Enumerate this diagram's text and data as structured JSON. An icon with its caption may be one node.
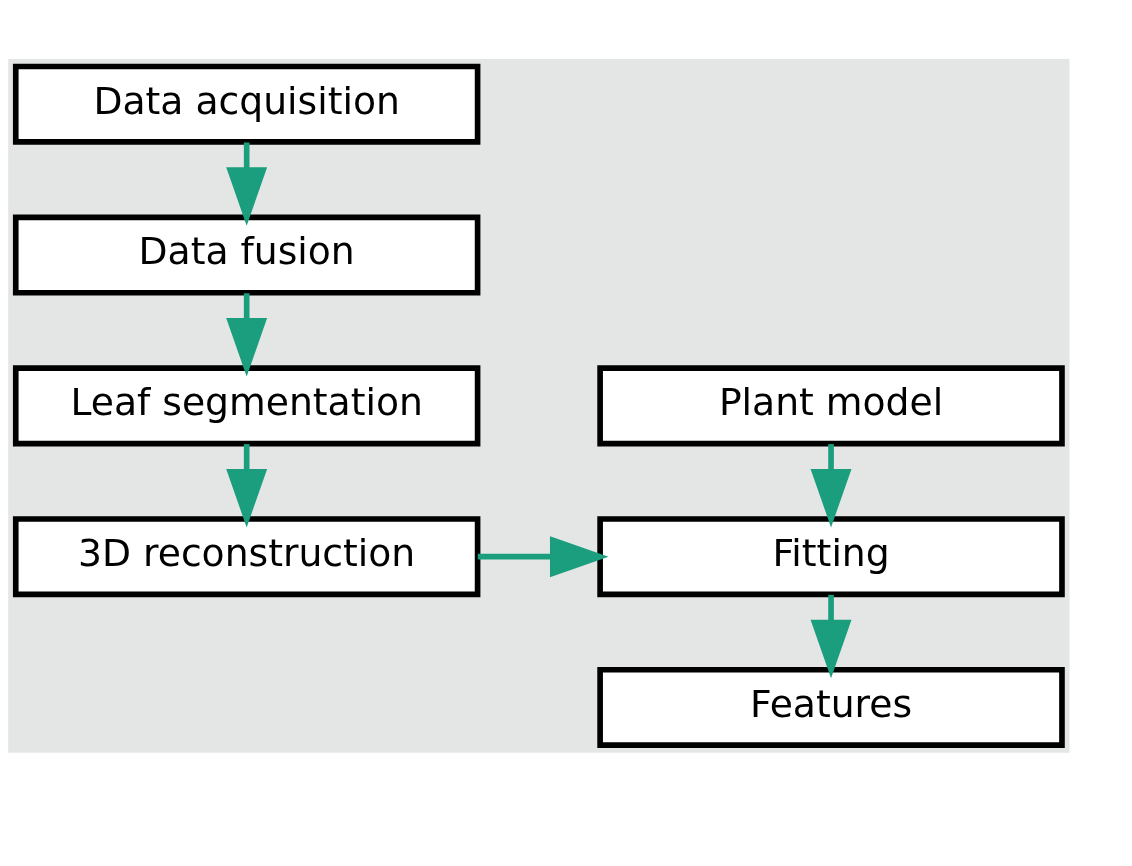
{
  "diagram": {
    "nodes": [
      {
        "text": [
          "Data acquisition"
        ]
      },
      {
        "text": [
          "Data fusion"
        ]
      },
      {
        "text": [
          "Leaf segmentation"
        ]
      },
      {
        "text": [
          "3D reconstruction"
        ]
      },
      {
        "text": [
          "Plant model"
        ]
      },
      {
        "text": [
          "Fitting"
        ]
      },
      {
        "text": [
          "Features"
        ]
      }
    ],
    "edges": [
      {
        "from": 0,
        "to": 1,
        "arrow": "to"
      },
      {
        "from": 1,
        "to": 2,
        "arrow": "to"
      },
      {
        "from": 2,
        "to": 3,
        "arrow": "to"
      },
      {
        "from": 3,
        "to": 5,
        "arrow": "to"
      },
      {
        "from": 4,
        "to": 5,
        "arrow": "to"
      },
      {
        "from": 5,
        "to": 6,
        "arrow": "to"
      }
    ]
  }
}
